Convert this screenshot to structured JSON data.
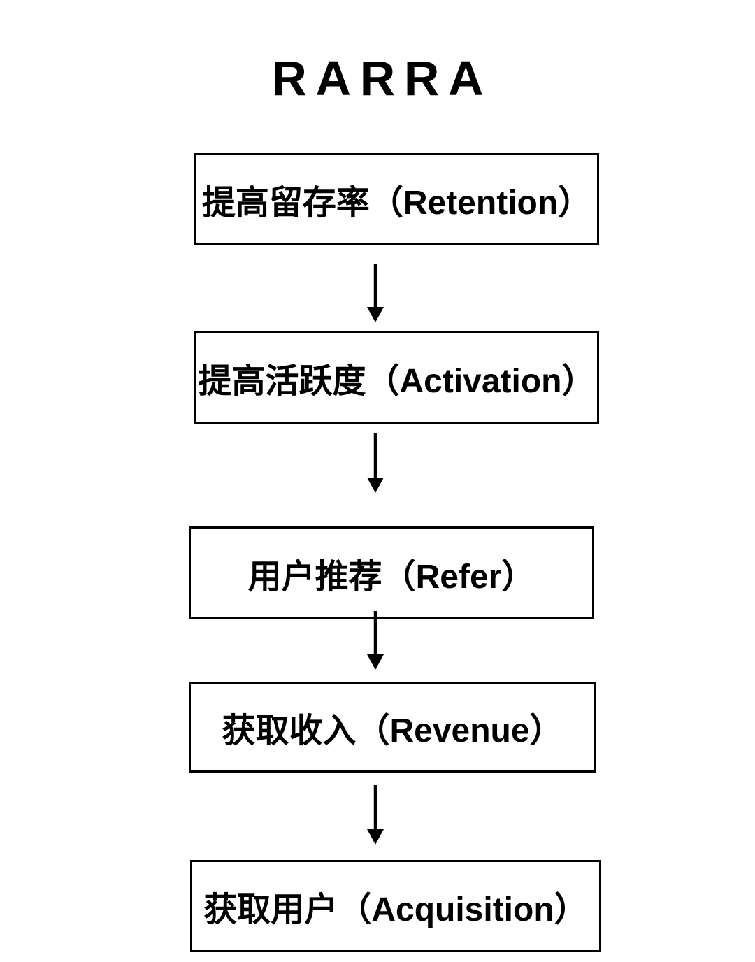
{
  "page": {
    "background": "#ffffff",
    "ink": "#000000"
  },
  "title": "RARRA",
  "flowchart": {
    "type": "vertical-flow",
    "direction": "top-down",
    "connector": "down-arrow",
    "steps": [
      {
        "id": "retention",
        "label": "提高留存率（Retention）",
        "zh": "提高留存率",
        "en": "Retention"
      },
      {
        "id": "activation",
        "label": "提高活跃度（Activation）",
        "zh": "提高活跃度",
        "en": "Activation"
      },
      {
        "id": "refer",
        "label": "用户推荐（Refer）",
        "zh": "用户推荐",
        "en": "Refer"
      },
      {
        "id": "revenue",
        "label": "获取收入（Revenue）",
        "zh": "获取收入",
        "en": "Revenue"
      },
      {
        "id": "acquisition",
        "label": "获取用户（Acquisition）",
        "zh": "获取用户",
        "en": "Acquisition"
      }
    ]
  }
}
